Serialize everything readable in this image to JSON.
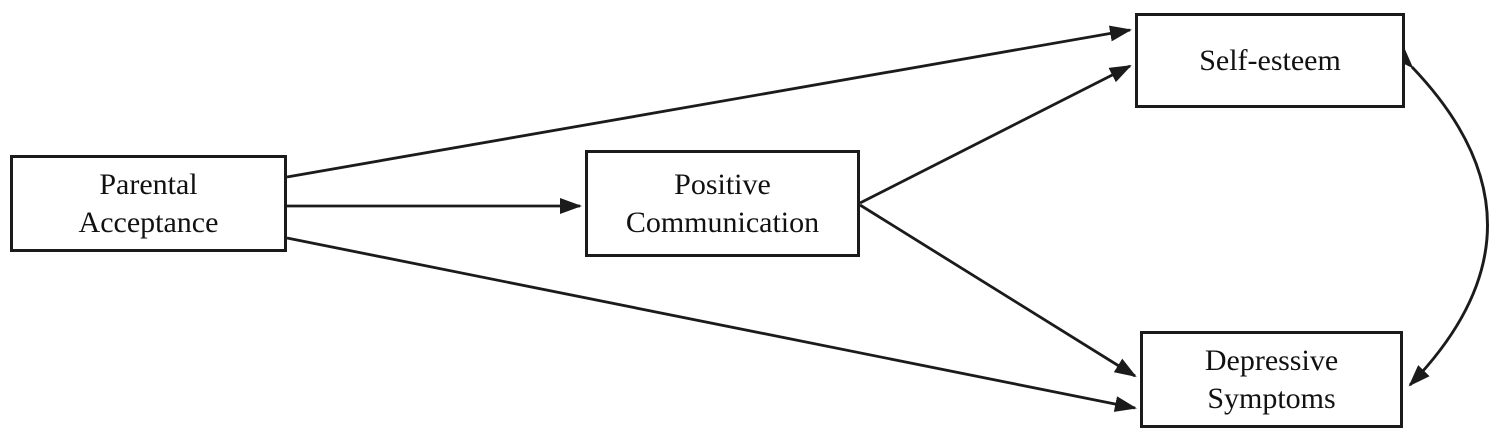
{
  "diagram": {
    "type": "path-model",
    "background_color": "#ffffff",
    "line_color": "#1b1b1b",
    "nodes": {
      "parental_acceptance": {
        "label": "Parental Acceptance",
        "lines": [
          "Parental",
          "Acceptance"
        ]
      },
      "positive_communication": {
        "label": "Positive Communication",
        "lines": [
          "Positive",
          "Communication"
        ]
      },
      "self_esteem": {
        "label": "Self-esteem",
        "lines": [
          "Self-esteem"
        ]
      },
      "depressive_symptoms": {
        "label": "Depressive Symptoms",
        "lines": [
          "Depressive",
          "Symptoms"
        ]
      }
    },
    "edges": [
      {
        "from": "Parental Acceptance",
        "to": "Self-esteem",
        "type": "directed"
      },
      {
        "from": "Parental Acceptance",
        "to": "Positive Communication",
        "type": "directed"
      },
      {
        "from": "Parental Acceptance",
        "to": "Depressive Symptoms",
        "type": "directed"
      },
      {
        "from": "Positive Communication",
        "to": "Self-esteem",
        "type": "directed"
      },
      {
        "from": "Positive Communication",
        "to": "Depressive Symptoms",
        "type": "directed"
      },
      {
        "from": "Self-esteem",
        "to": "Depressive Symptoms",
        "type": "bidirectional-curved"
      }
    ]
  }
}
